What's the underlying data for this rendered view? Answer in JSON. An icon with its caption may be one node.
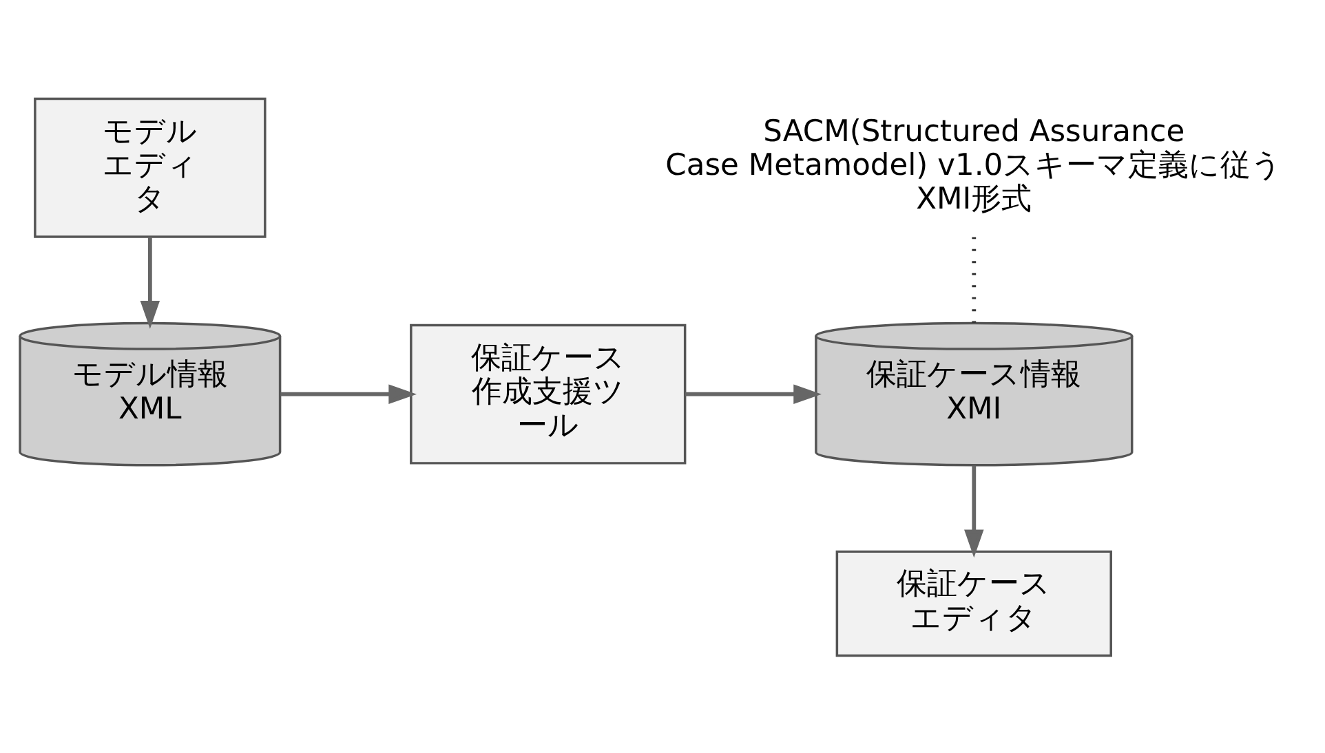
{
  "diagram": {
    "nodes": [
      {
        "text": [
          "モデルエディタ"
        ]
      },
      {
        "text": [
          "モデル情報",
          "XML"
        ]
      },
      {
        "text": [
          "保証ケース作成支援ツール"
        ]
      },
      {
        "text": [
          "保証ケース情報",
          "XMI"
        ]
      },
      {
        "text": [
          "保証ケースエディタ"
        ]
      },
      {
        "text": [
          "SACM(Structured Assurance Case Metamodel) v1.0スキーマ定義に従うXMI形式"
        ]
      }
    ],
    "edges": [
      {
        "from": 0,
        "to": 1,
        "arrow": "to"
      },
      {
        "from": 1,
        "to": 2,
        "arrow": "to"
      },
      {
        "from": 2,
        "to": 3,
        "arrow": "to"
      },
      {
        "from": 3,
        "to": 4,
        "arrow": "to"
      },
      {
        "from": 5,
        "to": 3,
        "arrow": "none",
        "style": "dashed",
        "color": "#333333"
      }
    ]
  }
}
